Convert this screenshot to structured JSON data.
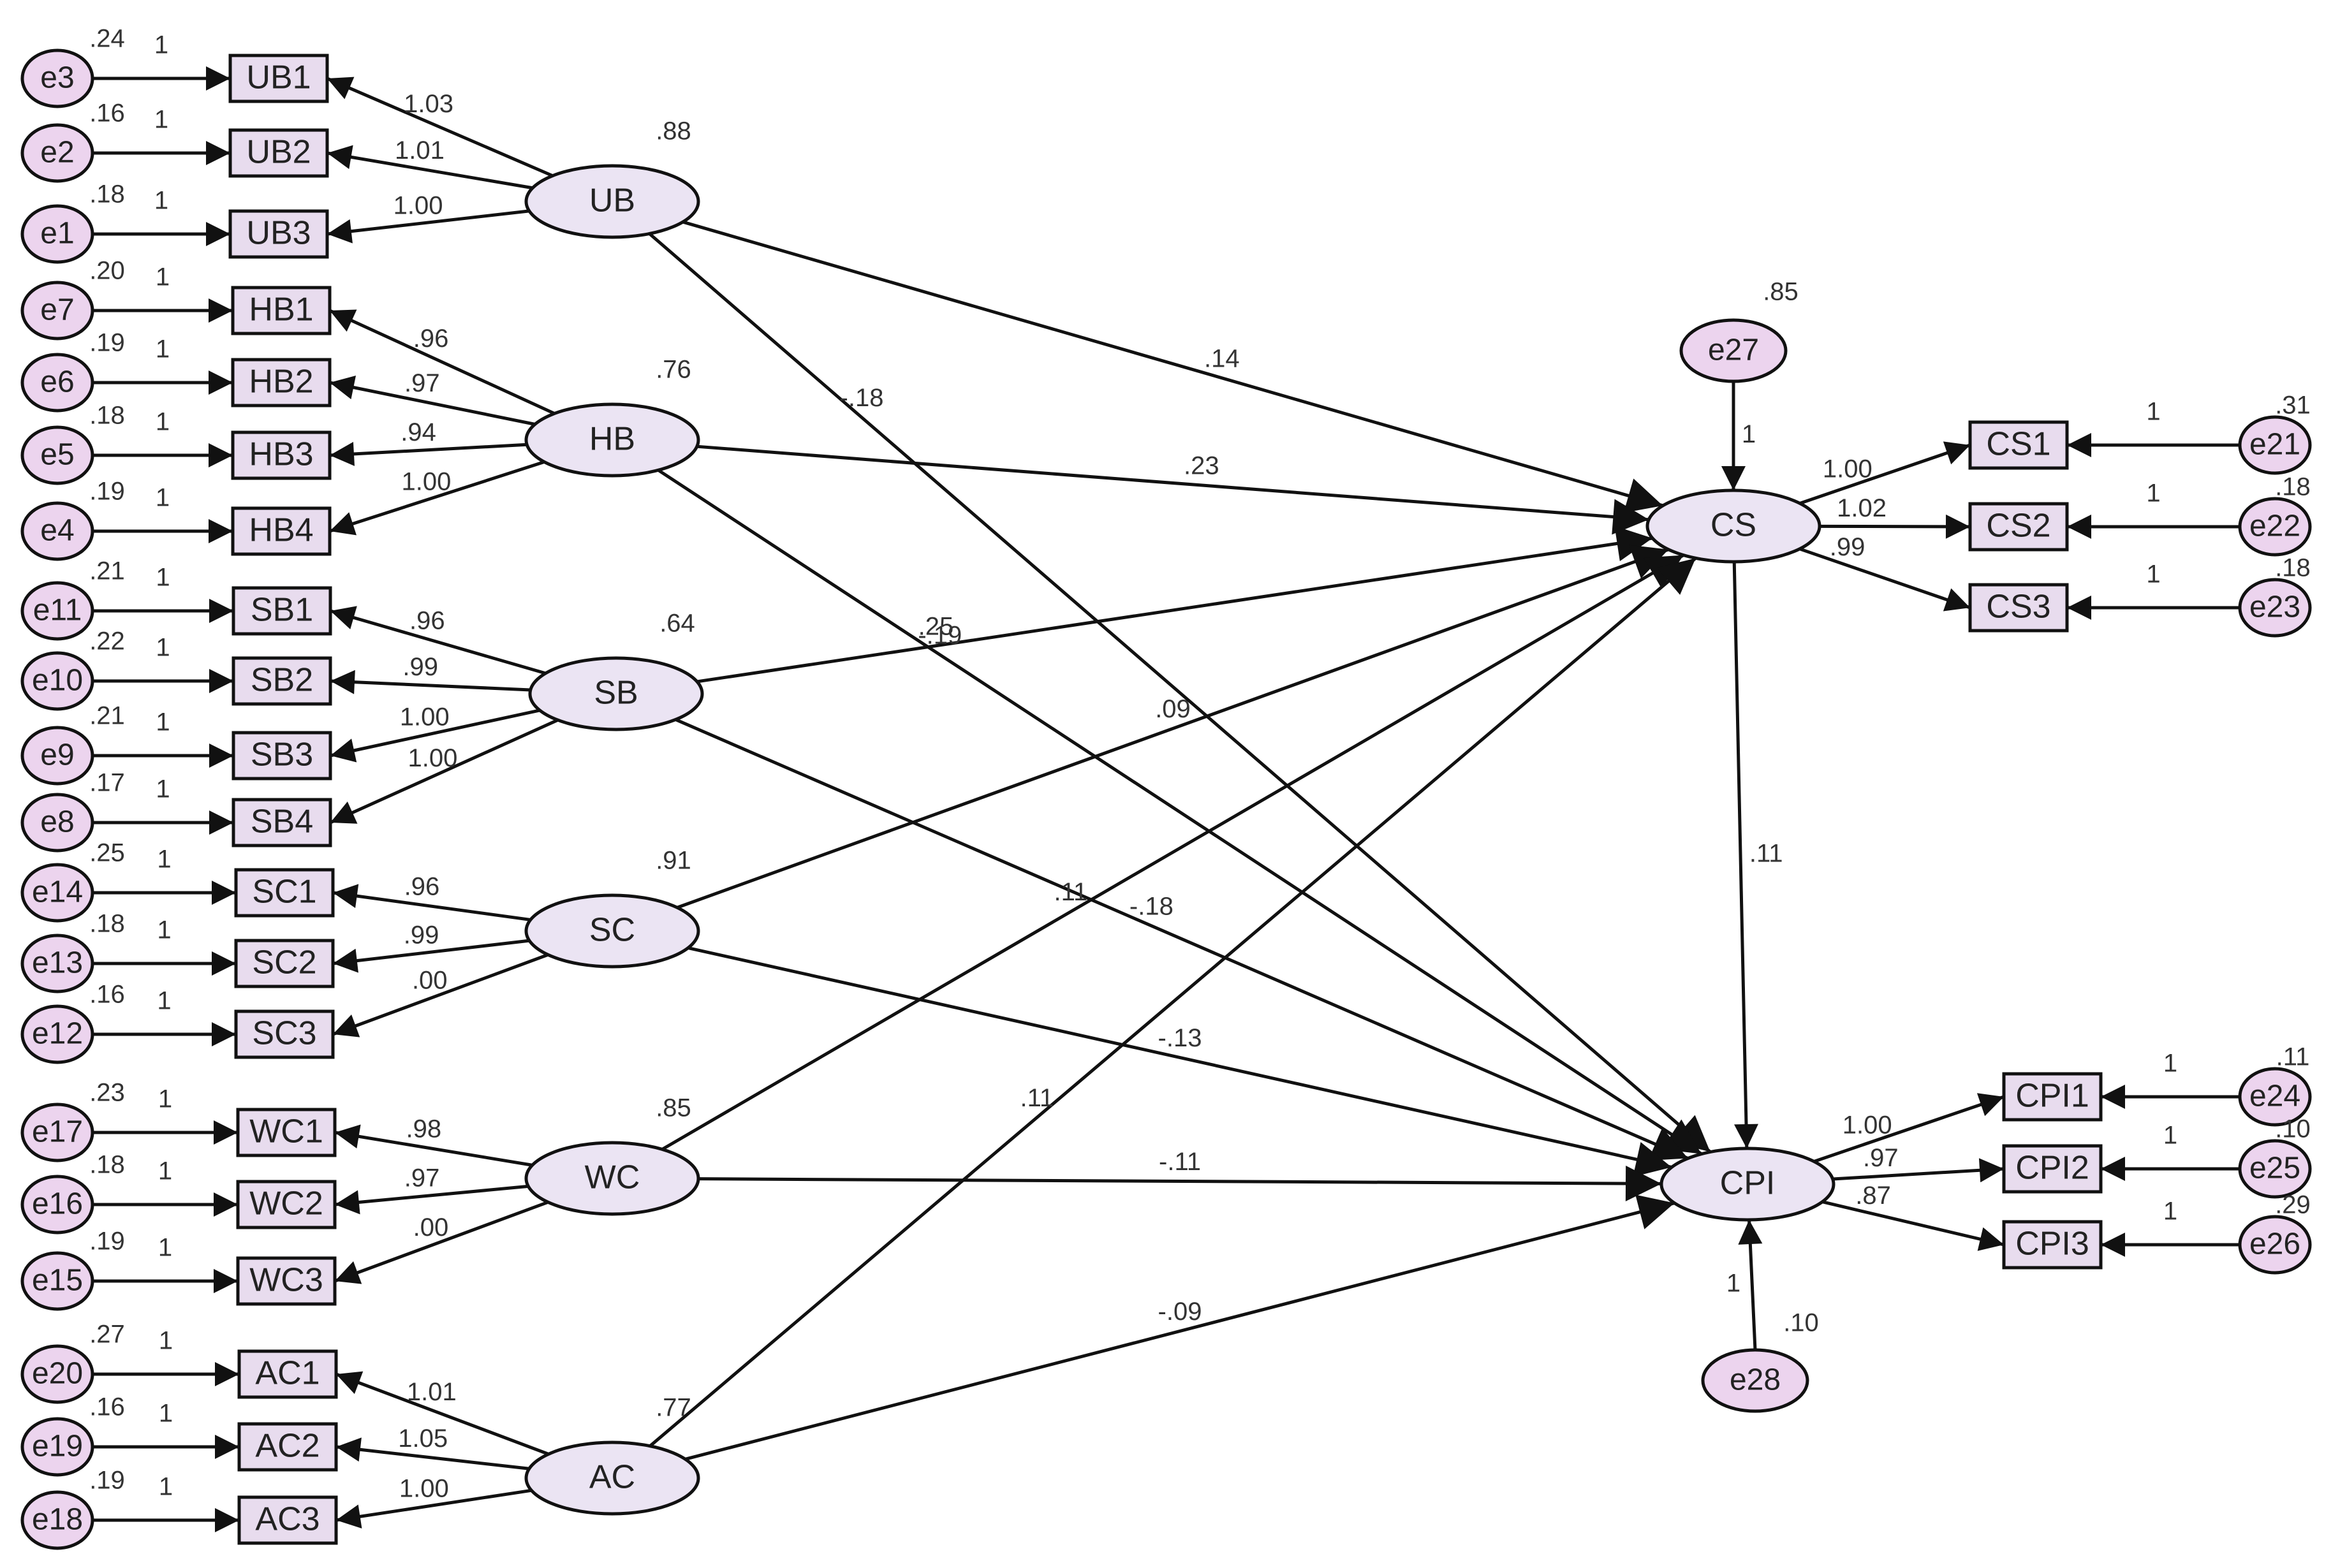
{
  "colors": {
    "error_fill": "#ecd4ee",
    "observed_fill": "#e8dcee",
    "latent_fill": "#ebe4f3",
    "stroke": "#111111"
  },
  "diagram": {
    "latents": [
      {
        "id": "UB",
        "label": "UB",
        "variance": ".88"
      },
      {
        "id": "HB",
        "label": "HB",
        "variance": ".76"
      },
      {
        "id": "SB",
        "label": "SB",
        "variance": ".64"
      },
      {
        "id": "SC",
        "label": "SC",
        "variance": ".91"
      },
      {
        "id": "WC",
        "label": "WC",
        "variance": ".85"
      },
      {
        "id": "AC",
        "label": "AC",
        "variance": ".77"
      },
      {
        "id": "CS",
        "label": "CS",
        "variance": ""
      },
      {
        "id": "CPI",
        "label": "CPI",
        "variance": ""
      }
    ],
    "indicators": [
      {
        "id": "UB1",
        "label": "UB1",
        "latent": "UB",
        "loading": "1.03",
        "error": "e3",
        "error_variance": ".24",
        "error_weight": "1"
      },
      {
        "id": "UB2",
        "label": "UB2",
        "latent": "UB",
        "loading": "1.01",
        "error": "e2",
        "error_variance": ".16",
        "error_weight": "1"
      },
      {
        "id": "UB3",
        "label": "UB3",
        "latent": "UB",
        "loading": "1.00",
        "error": "e1",
        "error_variance": ".18",
        "error_weight": "1"
      },
      {
        "id": "HB1",
        "label": "HB1",
        "latent": "HB",
        "loading": ".96",
        "error": "e7",
        "error_variance": ".20",
        "error_weight": "1"
      },
      {
        "id": "HB2",
        "label": "HB2",
        "latent": "HB",
        "loading": ".97",
        "error": "e6",
        "error_variance": ".19",
        "error_weight": "1"
      },
      {
        "id": "HB3",
        "label": "HB3",
        "latent": "HB",
        "loading": ".94",
        "error": "e5",
        "error_variance": ".18",
        "error_weight": "1"
      },
      {
        "id": "HB4",
        "label": "HB4",
        "latent": "HB",
        "loading": "1.00",
        "error": "e4",
        "error_variance": ".19",
        "error_weight": "1"
      },
      {
        "id": "SB1",
        "label": "SB1",
        "latent": "SB",
        "loading": ".96",
        "error": "e11",
        "error_variance": ".21",
        "error_weight": "1"
      },
      {
        "id": "SB2",
        "label": "SB2",
        "latent": "SB",
        "loading": ".99",
        "error": "e10",
        "error_variance": ".22",
        "error_weight": "1"
      },
      {
        "id": "SB3",
        "label": "SB3",
        "latent": "SB",
        "loading": "1.00",
        "error": "e9",
        "error_variance": ".21",
        "error_weight": "1"
      },
      {
        "id": "SB4",
        "label": "SB4",
        "latent": "SB",
        "loading": "1.00",
        "error": "e8",
        "error_variance": ".17",
        "error_weight": "1"
      },
      {
        "id": "SC1",
        "label": "SC1",
        "latent": "SC",
        "loading": ".96",
        "error": "e14",
        "error_variance": ".25",
        "error_weight": "1"
      },
      {
        "id": "SC2",
        "label": "SC2",
        "latent": "SC",
        "loading": ".99",
        "error": "e13",
        "error_variance": ".18",
        "error_weight": "1"
      },
      {
        "id": "SC3",
        "label": "SC3",
        "latent": "SC",
        "loading": ".00",
        "error": "e12",
        "error_variance": ".16",
        "error_weight": "1"
      },
      {
        "id": "WC1",
        "label": "WC1",
        "latent": "WC",
        "loading": ".98",
        "error": "e17",
        "error_variance": ".23",
        "error_weight": "1"
      },
      {
        "id": "WC2",
        "label": "WC2",
        "latent": "WC",
        "loading": ".97",
        "error": "e16",
        "error_variance": ".18",
        "error_weight": "1"
      },
      {
        "id": "WC3",
        "label": "WC3",
        "latent": "WC",
        "loading": ".00",
        "error": "e15",
        "error_variance": ".19",
        "error_weight": "1"
      },
      {
        "id": "AC1",
        "label": "AC1",
        "latent": "AC",
        "loading": "1.01",
        "error": "e20",
        "error_variance": ".27",
        "error_weight": "1"
      },
      {
        "id": "AC2",
        "label": "AC2",
        "latent": "AC",
        "loading": "1.05",
        "error": "e19",
        "error_variance": ".16",
        "error_weight": "1"
      },
      {
        "id": "AC3",
        "label": "AC3",
        "latent": "AC",
        "loading": "1.00",
        "error": "e18",
        "error_variance": ".19",
        "error_weight": "1"
      },
      {
        "id": "CS1",
        "label": "CS1",
        "latent": "CS",
        "loading": "1.00",
        "error": "e21",
        "error_variance": ".31",
        "error_weight": "1"
      },
      {
        "id": "CS2",
        "label": "CS2",
        "latent": "CS",
        "loading": "1.02",
        "error": "e22",
        "error_variance": ".18",
        "error_weight": "1"
      },
      {
        "id": "CS3",
        "label": "CS3",
        "latent": "CS",
        "loading": ".99",
        "error": "e23",
        "error_variance": ".18",
        "error_weight": "1"
      },
      {
        "id": "CPI1",
        "label": "CPI1",
        "latent": "CPI",
        "loading": "1.00",
        "error": "e24",
        "error_variance": ".11",
        "error_weight": "1"
      },
      {
        "id": "CPI2",
        "label": "CPI2",
        "latent": "CPI",
        "loading": ".97",
        "error": "e25",
        "error_variance": ".10",
        "error_weight": "1"
      },
      {
        "id": "CPI3",
        "label": "CPI3",
        "latent": "CPI",
        "loading": ".87",
        "error": "e26",
        "error_variance": ".29",
        "error_weight": "1"
      }
    ],
    "structural_paths": [
      {
        "from": "UB",
        "to": "CS",
        "coef": ".14"
      },
      {
        "from": "HB",
        "to": "CS",
        "coef": ".23"
      },
      {
        "from": "SB",
        "to": "CS",
        "coef": ".25"
      },
      {
        "from": "SC",
        "to": "CS",
        "coef": ".09"
      },
      {
        "from": "WC",
        "to": "CS",
        "coef": ".11"
      },
      {
        "from": "AC",
        "to": "CS",
        "coef": ".11"
      },
      {
        "from": "UB",
        "to": "CPI",
        "coef": "-.18"
      },
      {
        "from": "HB",
        "to": "CPI",
        "coef": "-.19"
      },
      {
        "from": "SB",
        "to": "CPI",
        "coef": "-.18"
      },
      {
        "from": "SC",
        "to": "CPI",
        "coef": "-.13"
      },
      {
        "from": "WC",
        "to": "CPI",
        "coef": "-.11"
      },
      {
        "from": "AC",
        "to": "CPI",
        "coef": "-.09"
      },
      {
        "from": "CS",
        "to": "CPI",
        "coef": ".11"
      }
    ],
    "disturbances": [
      {
        "id": "e27",
        "label": "e27",
        "target": "CS",
        "variance": ".85",
        "weight": "1"
      },
      {
        "id": "e28",
        "label": "e28",
        "target": "CPI",
        "variance": ".10",
        "weight": "1"
      }
    ]
  }
}
